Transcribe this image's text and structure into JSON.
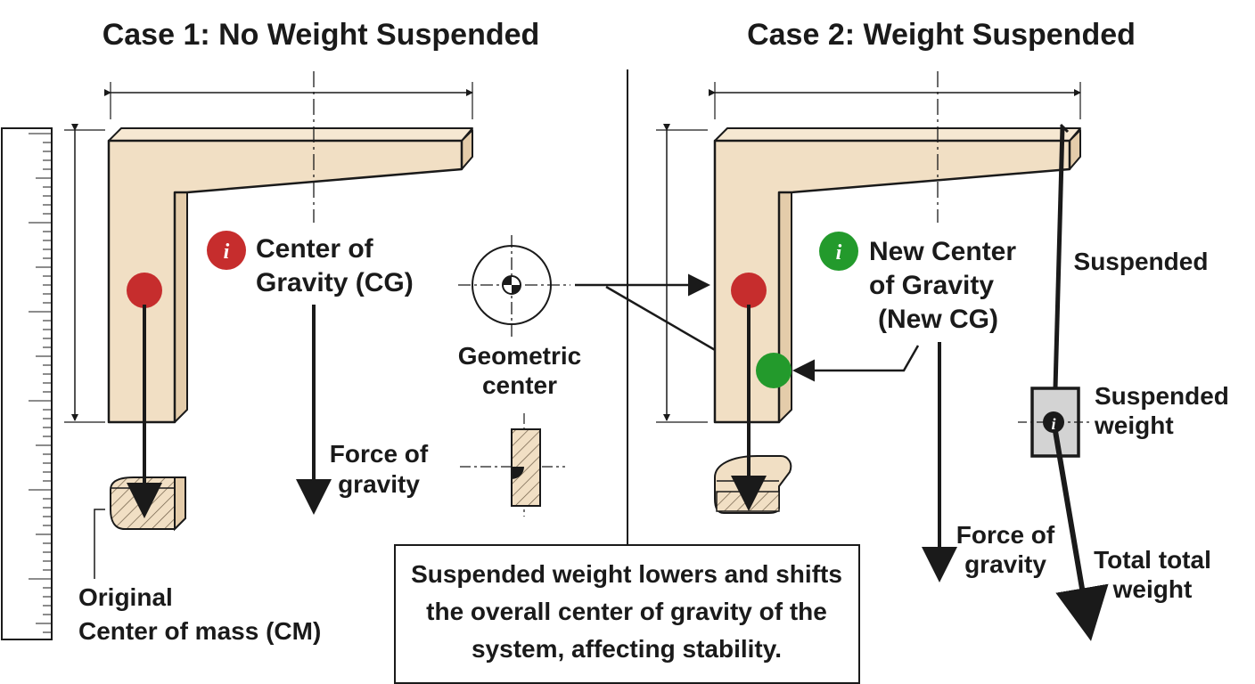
{
  "case1": {
    "title": "Case 1: No Weight Suspended",
    "cg_label": [
      "Center of",
      "Gravity (CG)"
    ],
    "force_label": [
      "Force of",
      "gravity"
    ],
    "cm_label": [
      "Original",
      "Center of mass (CM)"
    ],
    "cg_icon": "i"
  },
  "middle": {
    "geo_label": [
      "Geometric",
      "center"
    ]
  },
  "case2": {
    "title": "Case 2: Weight Suspended",
    "new_cg_label": [
      "New Center",
      "of Gravity",
      "(New CG)"
    ],
    "suspended_label": "Suspended",
    "weight_label": [
      "Suspended",
      "weight"
    ],
    "force_label": [
      "Force of",
      "gravity"
    ],
    "total_label": [
      "Total total",
      "weight"
    ],
    "new_cg_icon": "i",
    "weight_icon": "i"
  },
  "note": {
    "lines": [
      "Suspended weight lowers and shifts",
      "the overall center of gravity of the",
      "system, affecting stability."
    ]
  },
  "colors": {
    "wood": "#f1dfc4",
    "wood_side": "#e4ccaa",
    "outline": "#1a1a1a",
    "cg_red": "#c62d2d",
    "cg_green": "#239a2c",
    "weight_fill": "#d3d3d3"
  }
}
